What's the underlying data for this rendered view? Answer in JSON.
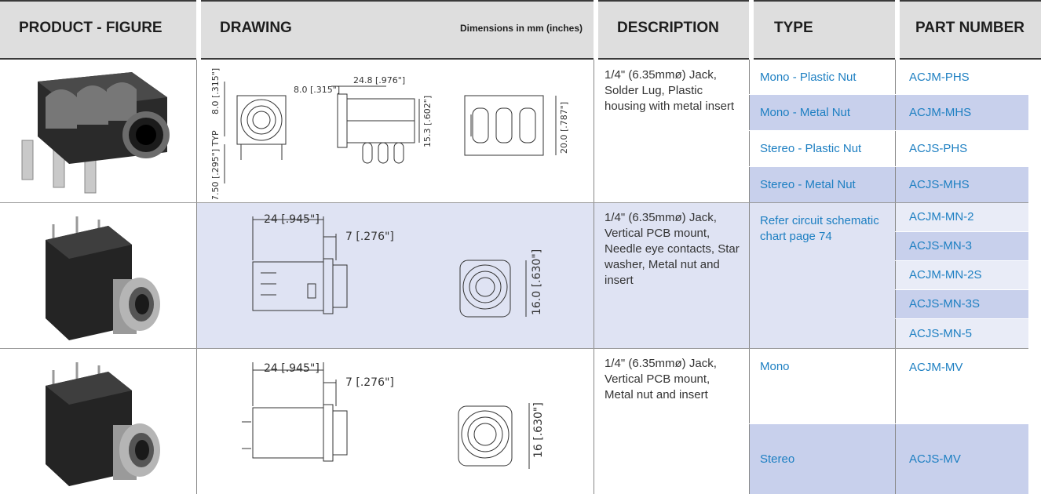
{
  "header": {
    "product_figure": "PRODUCT - FIGURE",
    "drawing": "DRAWING",
    "dimensions_note": "Dimensions in mm (inches)",
    "description": "DESCRIPTION",
    "type": "TYPE",
    "part_number": "PART NUMBER"
  },
  "rows": [
    {
      "description": "1/4\" (6.35mmø) Jack, Solder Lug, Plastic housing with metal insert",
      "dims": [
        "8.0 [.315\"]",
        "8.0 [.315\"]",
        "24.8 [.976\"]",
        "15.3 [.602\"]",
        "20.0 [.787\"]",
        "7.50 [.295\"] TYP"
      ],
      "types": [
        "Mono - Plastic Nut",
        "Mono - Metal Nut",
        "Stereo - Plastic Nut",
        "Stereo - Metal Nut"
      ],
      "parts": [
        "ACJM-PHS",
        "ACJM-MHS",
        "ACJS-PHS",
        "ACJS-MHS"
      ]
    },
    {
      "description": "1/4\" (6.35mmø) Jack, Vertical PCB mount, Needle eye contacts, Star washer, Metal nut and insert",
      "dims": [
        "24 [.945\"]",
        "7 [.276\"]",
        "16.0 [.630\"]"
      ],
      "types": [
        "Refer circuit schematic chart page 74"
      ],
      "parts": [
        "ACJM-MN-2",
        "ACJS-MN-3",
        "ACJM-MN-2S",
        "ACJS-MN-3S",
        "ACJS-MN-5"
      ]
    },
    {
      "description": "1/4\" (6.35mmø) Jack, Vertical PCB mount, Metal nut and insert",
      "dims": [
        "24 [.945\"]",
        "7 [.276\"]",
        "16 [.630\"]"
      ],
      "types": [
        "Mono",
        "Stereo"
      ],
      "parts": [
        "ACJM-MV",
        "ACJS-MV"
      ]
    }
  ],
  "colors": {
    "link_blue": "#1d7fc2",
    "shade_blue": "#c8d0ec",
    "header_gray": "#dedede"
  }
}
